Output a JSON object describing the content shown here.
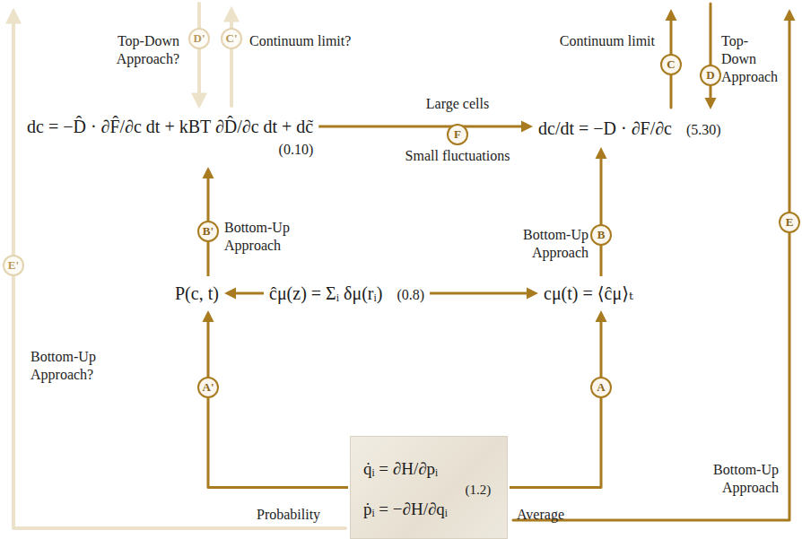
{
  "diagram": {
    "nodes": [
      {
        "text": [
          "dc = −D̂ · ∂F̂/∂c dt + kBT ∂D̂/∂c dt + dc̃",
          "(0.10)"
        ]
      },
      {
        "text": [
          "dc/dt = −D · ∂F/∂c",
          "(5.30)"
        ]
      },
      {
        "text": [
          "P(c, t)"
        ]
      },
      {
        "text": [
          "ĉμ(z) = Σᵢ δμ(rᵢ)",
          "(0.8)"
        ]
      },
      {
        "text": [
          "cμ(t) = ⟨ĉμ⟩ₜ"
        ]
      },
      {
        "text": [
          "q̇ᵢ = ∂H/∂pᵢ",
          "ṗᵢ = −∂H/∂qᵢ",
          "(1.2)"
        ]
      }
    ],
    "edges": [
      {
        "from": 0,
        "to": 1,
        "arrow": "to",
        "label": "F"
      },
      {
        "from": 2,
        "to": 0,
        "arrow": "to",
        "label": "B'"
      },
      {
        "from": 4,
        "to": 1,
        "arrow": "to",
        "label": "B"
      },
      {
        "from": 3,
        "to": 2,
        "arrow": "to"
      },
      {
        "from": 3,
        "to": 4,
        "arrow": "to"
      },
      {
        "from": 5,
        "to": 2,
        "arrow": "to",
        "label": "A'"
      },
      {
        "from": 5,
        "to": 4,
        "arrow": "to",
        "label": "A"
      }
    ],
    "labels": [
      "Top-Down Approach?",
      "D'",
      "C'",
      "Continuum limit?",
      "Continuum limit",
      "C",
      "D",
      "Top-Down Approach",
      "Large cells",
      "Small fluctuations",
      "E'",
      "Bottom-Up Approach",
      "Bottom-Up Approach",
      "E",
      "Bottom-Up Approach?",
      "Bottom-Up Approach",
      "Probability",
      "Average"
    ]
  }
}
